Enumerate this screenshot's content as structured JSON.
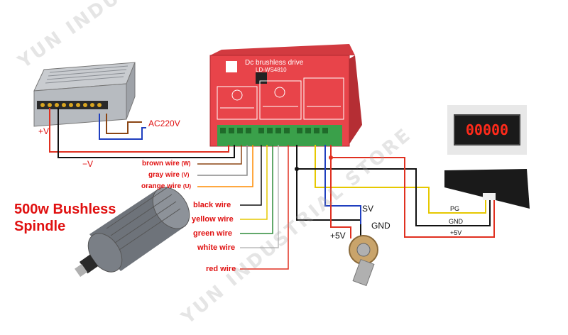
{
  "watermark": "YUN INDUSTRIAL STORE",
  "driver": {
    "title": "Dc brushless drive",
    "model": "LD-WS4810"
  },
  "power_supply": {
    "ac_label": "AC220V",
    "plus_v_label": "+V",
    "minus_v_label": "−V"
  },
  "motor": {
    "title_line1": "500w Bushless",
    "title_line2": "Spindle"
  },
  "motor_wires": [
    {
      "label": "brown wire",
      "phase": "(W)",
      "color": "#8b4513"
    },
    {
      "label": "gray wire",
      "phase": "(V)",
      "color": "#888888"
    },
    {
      "label": "orange wire",
      "phase": "(U)",
      "color": "#ff8c00"
    }
  ],
  "hall_wires": [
    {
      "label": "black wire",
      "color": "#111111"
    },
    {
      "label": "yellow wire",
      "color": "#e6c800"
    },
    {
      "label": "green wire",
      "color": "#2e8b3a"
    },
    {
      "label": "white wire",
      "color": "#cccccc"
    },
    {
      "label": "red wire",
      "color": "#e03020"
    }
  ],
  "potentiometer": {
    "sv_label": "SV",
    "gnd_label": "GND",
    "plus5v_label": "+5V"
  },
  "tachometer": {
    "display": "00000",
    "pg_label": "PG",
    "gnd_label": "GND",
    "plus5v_label": "+5V"
  },
  "colors": {
    "driver_red": "#e8444a",
    "label_red": "#e01010",
    "wire_blue": "#1f3fbf",
    "wire_red": "#e03020",
    "wire_black": "#111111",
    "wire_yellow": "#e6c800",
    "terminal_green": "#3aa04a"
  }
}
